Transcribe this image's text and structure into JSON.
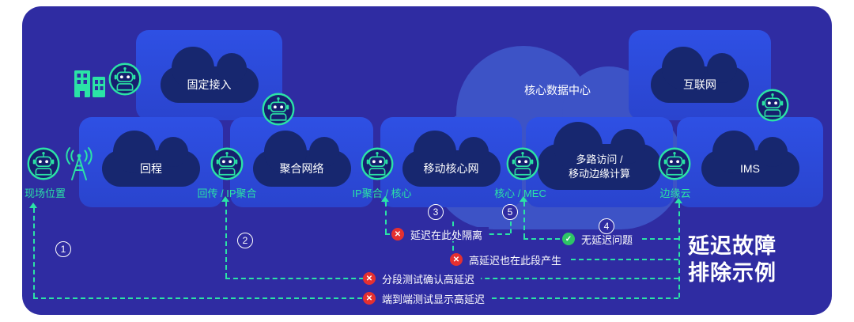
{
  "palette": {
    "panel": "#2F2CA2",
    "node_top": "#2E50E4",
    "node_bottom": "#2A44CE",
    "inner_cloud": "#17276F",
    "big_cloud": "#3D53C6",
    "accent_teal": "#2BE3A6",
    "error_red": "#E53030",
    "ok_green": "#2EC566",
    "text_white": "#FFFFFF"
  },
  "clouds": {
    "fixed_access": "固定接入",
    "core_datacenter": "核心数据中心",
    "internet": "互联网"
  },
  "nodes": [
    {
      "label": "回程"
    },
    {
      "label": "聚合网络"
    },
    {
      "label": "移动核心网"
    },
    {
      "label": "多路访问 /",
      "label2": "移动边缘计算"
    },
    {
      "label": "IMS"
    }
  ],
  "junctions": [
    {
      "label": "现场位置"
    },
    {
      "label": "回传 / IP聚合"
    },
    {
      "label": "IP聚合 / 核心"
    },
    {
      "label": "核心 / MEC"
    },
    {
      "label": "边缘云"
    }
  ],
  "markers": {
    "step1": "1",
    "step2": "2",
    "step3": "3",
    "step4": "4",
    "step5": "5"
  },
  "icons": {
    "error": "✕",
    "ok": "✓"
  },
  "annotations": {
    "isolated": "延迟在此处隔离",
    "no_latency": "无延迟问题",
    "also_here": "高延迟也在此段产生",
    "segment_test": "分段测试确认高延迟",
    "e2e_test": "端到端测试显示高延迟"
  },
  "title": {
    "line1": "延迟故障",
    "line2": "排除示例"
  }
}
